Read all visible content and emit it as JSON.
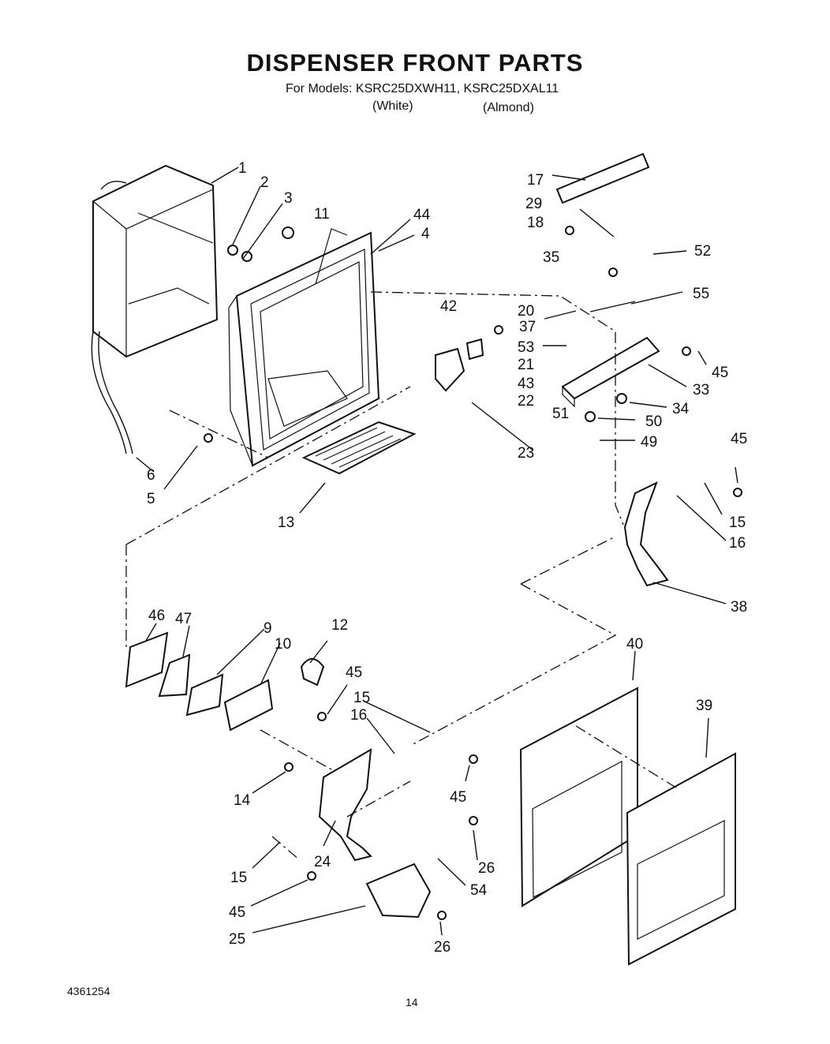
{
  "header": {
    "title": "DISPENSER FRONT PARTS",
    "models_line": "For Models: KSRC25DXWH11, KSRC25DXAL11",
    "color_white": "(White)",
    "color_almond": "(Almond)"
  },
  "footer": {
    "doc_number": "4361254",
    "page_number": "14"
  },
  "callouts": [
    "1",
    "2",
    "3",
    "11",
    "44",
    "4",
    "17",
    "29",
    "18",
    "52",
    "35",
    "55",
    "42",
    "20",
    "37",
    "53",
    "45",
    "21",
    "43",
    "33",
    "22",
    "34",
    "50",
    "51",
    "49",
    "23",
    "6",
    "5",
    "13",
    "45",
    "15",
    "16",
    "38",
    "46",
    "47",
    "9",
    "12",
    "10",
    "45",
    "15",
    "16",
    "40",
    "39",
    "14",
    "45",
    "15",
    "24",
    "26",
    "54",
    "45",
    "25",
    "26"
  ]
}
